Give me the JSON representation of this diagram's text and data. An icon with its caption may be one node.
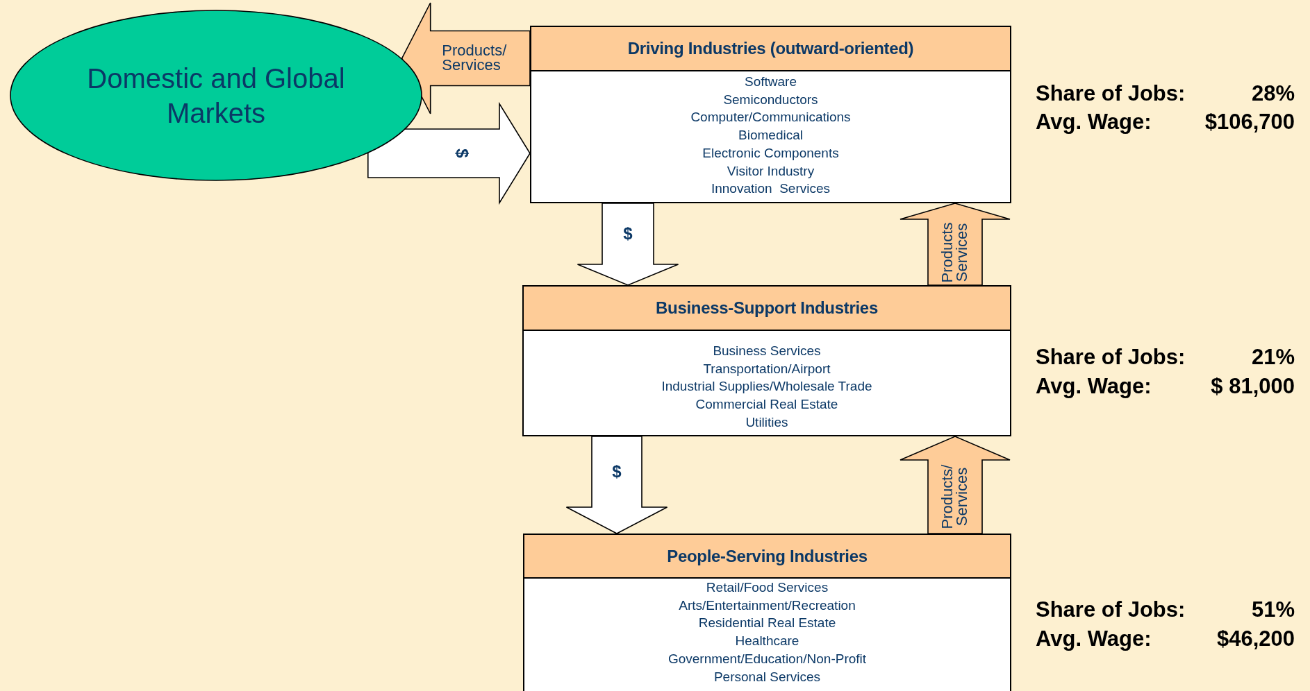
{
  "diagram": {
    "nodes": [
      {
        "text": [
          "Domestic and Global Markets"
        ]
      },
      {
        "text": [
          "Driving Industries (outward-oriented)",
          "Software",
          "Semiconductors",
          "Computer/Communications",
          "Biomedical",
          "Electronic Components",
          "Visitor Industry",
          "Innovation  Services"
        ]
      },
      {
        "text": [
          "Business-Support Industries",
          "Business Services",
          "Transportation/Airport",
          "Industrial Supplies/Wholesale Trade",
          "Commercial Real Estate",
          "Utilities"
        ]
      },
      {
        "text": [
          "People-Serving Industries",
          "Retail/Food Services",
          "Arts/Entertainment/Recreation",
          "Residential Real Estate",
          "Healthcare",
          "Government/Education/Non-Profit",
          "Personal Services"
        ]
      }
    ],
    "edges": [
      {
        "from": 1,
        "to": 0,
        "arrow": "to",
        "label": "Products/ Services",
        "color": "#fecc98"
      },
      {
        "from": 0,
        "to": 1,
        "arrow": "to",
        "label": "$"
      },
      {
        "from": 1,
        "to": 2,
        "arrow": "to",
        "label": "$"
      },
      {
        "from": 2,
        "to": 1,
        "arrow": "to",
        "label": "Products Services",
        "color": "#fecc98"
      },
      {
        "from": 2,
        "to": 3,
        "arrow": "to",
        "label": "$"
      },
      {
        "from": 3,
        "to": 2,
        "arrow": "to",
        "label": "Products/ Services",
        "color": "#fecc98"
      }
    ],
    "labels": [
      "Share of Jobs:",
      "28%",
      "Avg. Wage:",
      "$106,700",
      "Share of Jobs:",
      "21%",
      "Avg. Wage:",
      "$ 81,000",
      "Share of Jobs:",
      "51%",
      "Avg. Wage:",
      "$46,200"
    ]
  }
}
